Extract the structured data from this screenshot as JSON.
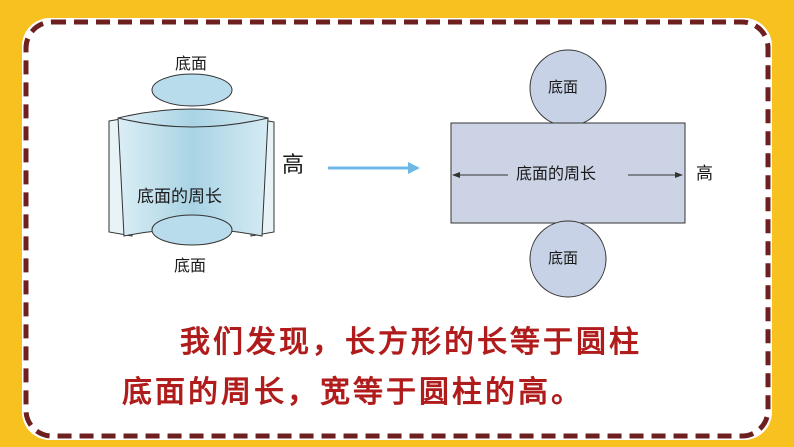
{
  "diagram": {
    "cylinder": {
      "top_base_label": "底面",
      "bottom_base_label": "底面",
      "perimeter_label": "底面的周长",
      "height_label": "高"
    },
    "net": {
      "top_circle_label": "底面",
      "bottom_circle_label": "底面",
      "length_label": "底面的周长",
      "height_label": "高"
    },
    "colors": {
      "background": "#f7c21f",
      "frame_dash": "#6e1f1f",
      "surface_fill": "#bcdde9",
      "base_fill": "#b8dcec",
      "rectangle_fill": "#cbd3e5",
      "circle_fill": "#c7d2e6",
      "arrow": "#6fb7e4",
      "caption_text": "#b01c1c"
    }
  },
  "caption": {
    "line1": "我们发现，长方形的长等于圆柱",
    "line2": "底面的周长，宽等于圆柱的高。"
  }
}
